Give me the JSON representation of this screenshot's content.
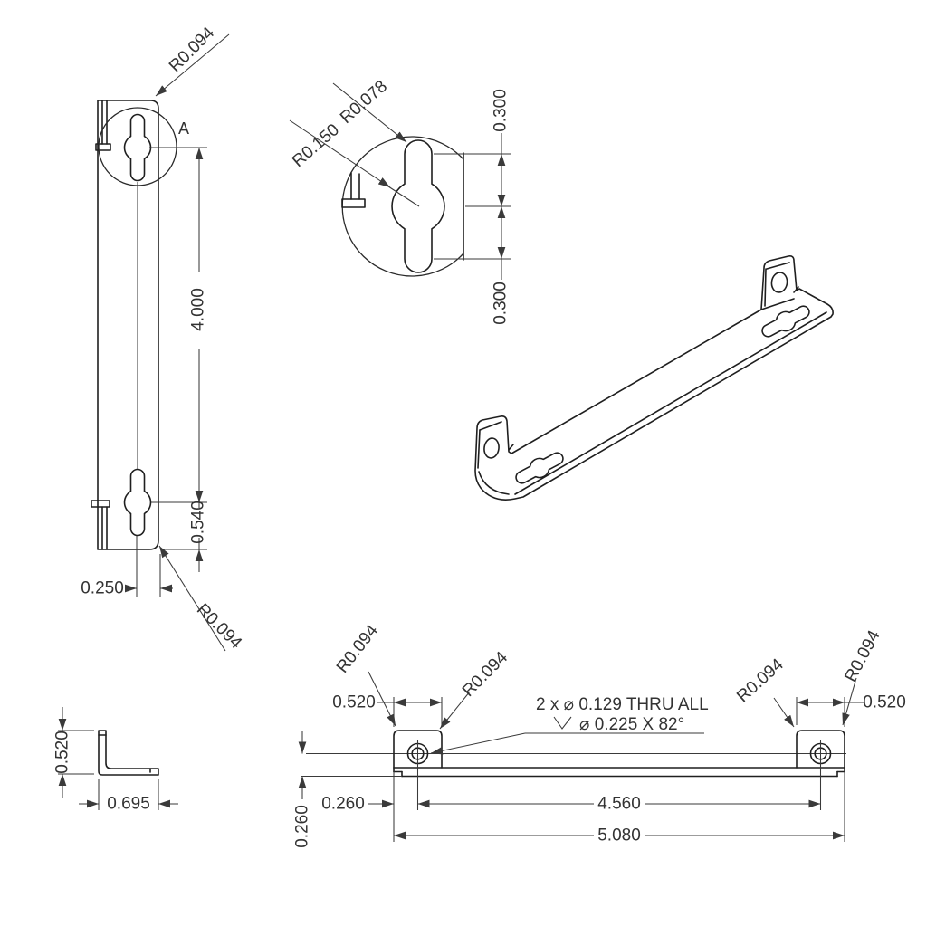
{
  "colors": {
    "background": "#ffffff",
    "part_lines": "#1f1f1f",
    "dimension_lines": "#3a3a3a",
    "text": "#333333"
  },
  "views": {
    "front": {
      "radius_top": "R0.094",
      "detail_marker": "A",
      "slot_spacing": "4.000",
      "slot_to_end": "0.540",
      "slot_to_edge": "0.250",
      "radius_bottom": "R0.094"
    },
    "detail_a": {
      "slot_radius": "R0.078",
      "center_radius": "R0.150",
      "upper_offset": "0.300",
      "lower_offset": "0.300"
    },
    "side": {
      "leg_height": "0.520",
      "leg_depth": "0.695"
    },
    "bottom": {
      "left_tab_width": "0.520",
      "right_tab_width": "0.520",
      "corner_radius_left_outer": "R0.094",
      "corner_radius_left_inner": "R0.094",
      "corner_radius_right_inner": "R0.094",
      "corner_radius_right_outer": "R0.094",
      "hole_note_line_1": "2 x ⌀ 0.129 THRU ALL",
      "hole_note_line_2": "⌀ 0.225 X 82°",
      "edge_to_hole": "0.260",
      "hole_to_edge_vertical": "0.260",
      "hole_spacing": "4.560",
      "overall_length": "5.080"
    }
  }
}
